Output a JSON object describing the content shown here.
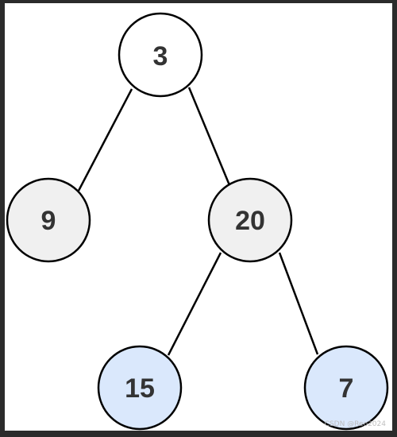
{
  "tree": {
    "nodes": [
      {
        "id": "n3",
        "label": "3",
        "fill": "#ffffff"
      },
      {
        "id": "n9",
        "label": "9",
        "fill": "#f0f0f0"
      },
      {
        "id": "n20",
        "label": "20",
        "fill": "#f0f0f0"
      },
      {
        "id": "n15",
        "label": "15",
        "fill": "#dae8fc"
      },
      {
        "id": "n7",
        "label": "7",
        "fill": "#dae8fc"
      }
    ],
    "edges": [
      {
        "from": "n3",
        "to": "n9"
      },
      {
        "from": "n3",
        "to": "n20"
      },
      {
        "from": "n20",
        "to": "n15"
      },
      {
        "from": "n20",
        "to": "n7"
      }
    ]
  },
  "colors": {
    "background": "#ffffff",
    "stroke": "#000000",
    "text": "#333333"
  },
  "watermark": "CSDN @Reo2024"
}
